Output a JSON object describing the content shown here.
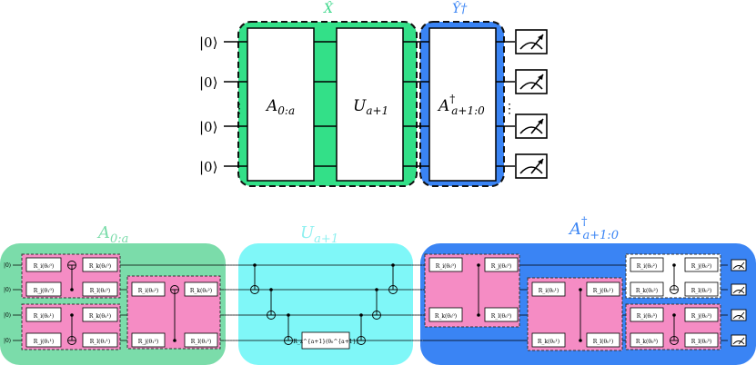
{
  "top": {
    "x_hat_label": "X̂",
    "y_hat_dagger_label": "Ŷ†",
    "kets": [
      "|0⟩",
      "|0⟩",
      "|0⟩",
      "|0⟩"
    ],
    "vdots": "⋮",
    "gate_a": "A",
    "gate_a_sub": "0:a",
    "gate_u": "U",
    "gate_u_sub": "a+1",
    "gate_adag": "A",
    "gate_adag_sup": "†",
    "gate_adag_sub": "a+1:0"
  },
  "bottom": {
    "left_title": "A",
    "left_title_sub": "0:a",
    "mid_title": "U",
    "mid_title_sub": "a+1",
    "right_title": "A",
    "right_title_sup": "†",
    "right_title_sub": "a+1:0",
    "kets": [
      "|0⟩",
      "|0⟩",
      "|0⟩",
      "|0⟩"
    ],
    "left_gates": {
      "g1": "R_i(θ₀⁰)",
      "g2": "R_k(θ₀⁰)",
      "g3": "R_j(θ₁⁰)",
      "g4": "R_l(θ₀⁰)",
      "g5": "R_i(θ₀¹)",
      "g6": "R_k(θ₀¹)",
      "g7": "R_j(θ₁¹)",
      "g8": "R_l(θ₁¹)",
      "g9": "R_i(θ₀²)",
      "g10": "R_k(θ₀²)",
      "g11": "R_j(θ₁²)",
      "g12": "R_l(θ₁²)"
    },
    "mid_gate": "R_z^{a+1}(θ₀^{a+1})",
    "right_gates": {
      "a1": "R_i(θ₀⁰)",
      "a2": "R_j(θ₀⁰)",
      "a3": "R_k(θ₀⁰)",
      "a4": "R_l(θ₀⁰)",
      "b1": "R_i(θ₀¹)",
      "b2": "R_j(θ₀¹)",
      "b3": "R_k(θ₀¹)",
      "b4": "R_l(θ₀¹)",
      "c1": "R_i(θ₀²)",
      "c2": "R_j(θ₀²)",
      "c3": "R_k(θ₀²)",
      "c4": "R_l(θ₀²)",
      "d1": "R_i(θ₀³)",
      "d2": "R_j(θ₀³)",
      "d3": "R_k(θ₀³)",
      "d4": "R_l(θ₀³)"
    }
  },
  "colors": {
    "green": "#33e088",
    "green_light": "#7bdcaa",
    "cyan": "#7ff7f8",
    "blue": "#3a84f4",
    "pink": "#f58cc4",
    "title_cyan": "#8ef0f0",
    "blue_text": "#3a84f4",
    "green_text": "#3fd88c"
  }
}
